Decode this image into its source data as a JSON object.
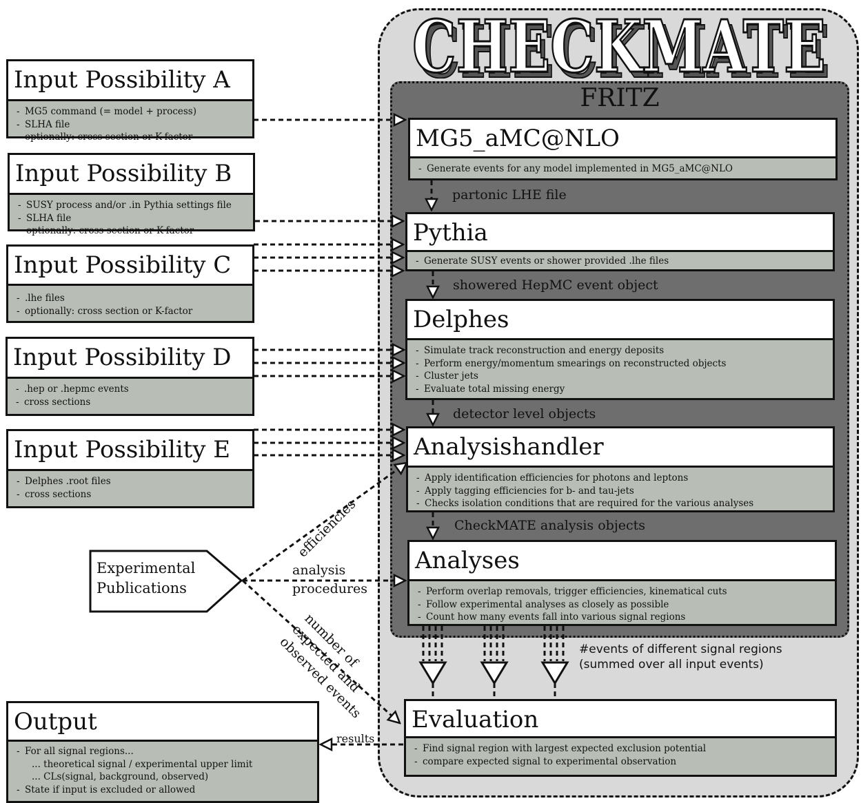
{
  "title": "CHECKMATE",
  "fritz_label": "FRITZ",
  "inputs": [
    {
      "title": "Input Possibility A",
      "items": [
        "MG5 command (= model + process)",
        "SLHA file",
        "optionally: cross section or K-factor"
      ]
    },
    {
      "title": "Input Possibility B",
      "items": [
        "SUSY process and/or .in Pythia settings file",
        "SLHA file",
        "optionally: cross section or K-factor"
      ]
    },
    {
      "title": "Input Possibility C",
      "items": [
        ".lhe files",
        "optionally: cross section or K-factor"
      ]
    },
    {
      "title": "Input Possibility D",
      "items": [
        ".hep or .hepmc events",
        "cross sections"
      ]
    },
    {
      "title": "Input Possibility E",
      "items": [
        "Delphes .root files",
        "cross sections"
      ]
    }
  ],
  "modules": [
    {
      "title": "MG5_aMC@NLO",
      "items": [
        "Generate events for any model implemented in MG5_aMC@NLO"
      ]
    },
    {
      "title": "Pythia",
      "items": [
        "Generate SUSY events or shower provided .lhe files"
      ]
    },
    {
      "title": "Delphes",
      "items": [
        "Simulate track reconstruction and energy deposits",
        "Perform energy/momentum smearings on reconstructed objects",
        "Cluster jets",
        "Evaluate total missing energy"
      ]
    },
    {
      "title": "Analysishandler",
      "items": [
        "Apply identification efficiencies for photons and leptons",
        "Apply tagging efficiencies for b- and tau-jets",
        "Checks isolation conditions that are required for the various analyses"
      ]
    },
    {
      "title": "Analyses",
      "items": [
        "Perform overlap removals, trigger efficiencies, kinematical cuts",
        "Follow experimental analyses as closely as possible",
        "Count how many events fall into various signal regions"
      ]
    }
  ],
  "evaluation": {
    "title": "Evaluation",
    "items": [
      "Find signal region with largest expected exclusion potential",
      "compare expected signal to experimental observation"
    ]
  },
  "output": {
    "title": "Output",
    "line1": "For all signal regions...",
    "line2": "... theoretical signal / experimental upper limit",
    "line3": "... CLs(signal, background, observed)",
    "line4": "State if input is excluded or allowed"
  },
  "flows": {
    "partonic": "partonic LHE file",
    "showered": "showered HepMC event object",
    "detector": "detector level objects",
    "checkmate_objects": "CheckMATE analysis objects",
    "signal_regions_1": "#events of different signal regions",
    "signal_regions_2": "(summed over all input events)",
    "results": "results"
  },
  "publications": {
    "line1": "Experimental",
    "line2": "Publications",
    "efficiencies": "efficiencies",
    "analysis": "analysis",
    "procedures": "procedures",
    "number_1": "number of",
    "number_2": "expected and",
    "number_3": "observed events"
  }
}
